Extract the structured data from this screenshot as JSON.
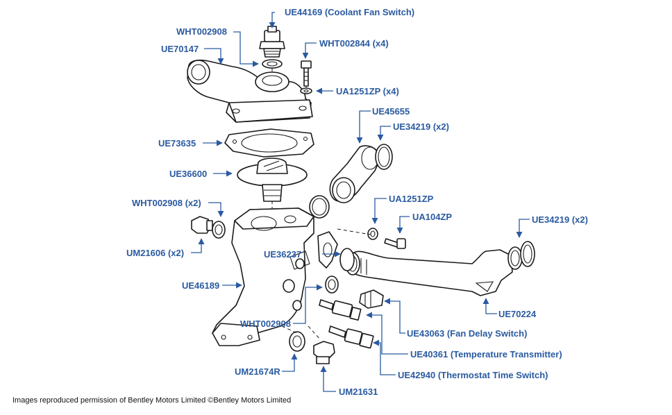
{
  "colors": {
    "label": "#2a5aa0",
    "leader": "#2a5aa0",
    "drawing": "#1a1a1a"
  },
  "labels": {
    "coolant_fan_switch": "UE44169 (Coolant Fan Switch)",
    "wht002908_top": "WHT002908",
    "ue70147": "UE70147",
    "wht002844": "WHT002844 (x4)",
    "ua1251zp_x4": "UA1251ZP (x4)",
    "ue45655": "UE45655",
    "ue34219_upper": "UE34219 (x2)",
    "ue73635": "UE73635",
    "ue36600": "UE36600",
    "wht002908_x2": "WHT002908 (x2)",
    "ua1251zp": "UA1251ZP",
    "ua104zp": "UA104ZP",
    "ue34219_right": "UE34219 (x2)",
    "um21606": "UM21606 (x2)",
    "ue36237": "UE36237",
    "ue46189": "UE46189",
    "ue70224": "UE70224",
    "wht002908_lower": "WHT002908",
    "fan_delay_switch": "UE43063 (Fan Delay Switch)",
    "temperature_transmitter": "UE40361 (Temperature Transmitter)",
    "um21674r": "UM21674R",
    "thermostat_time_switch": "UE42940 (Thermostat Time Switch)",
    "um21631": "UM21631"
  },
  "footer": {
    "credit": "Images reproduced permission of Bentley Motors Limited ©Bentley Motors Limited"
  }
}
